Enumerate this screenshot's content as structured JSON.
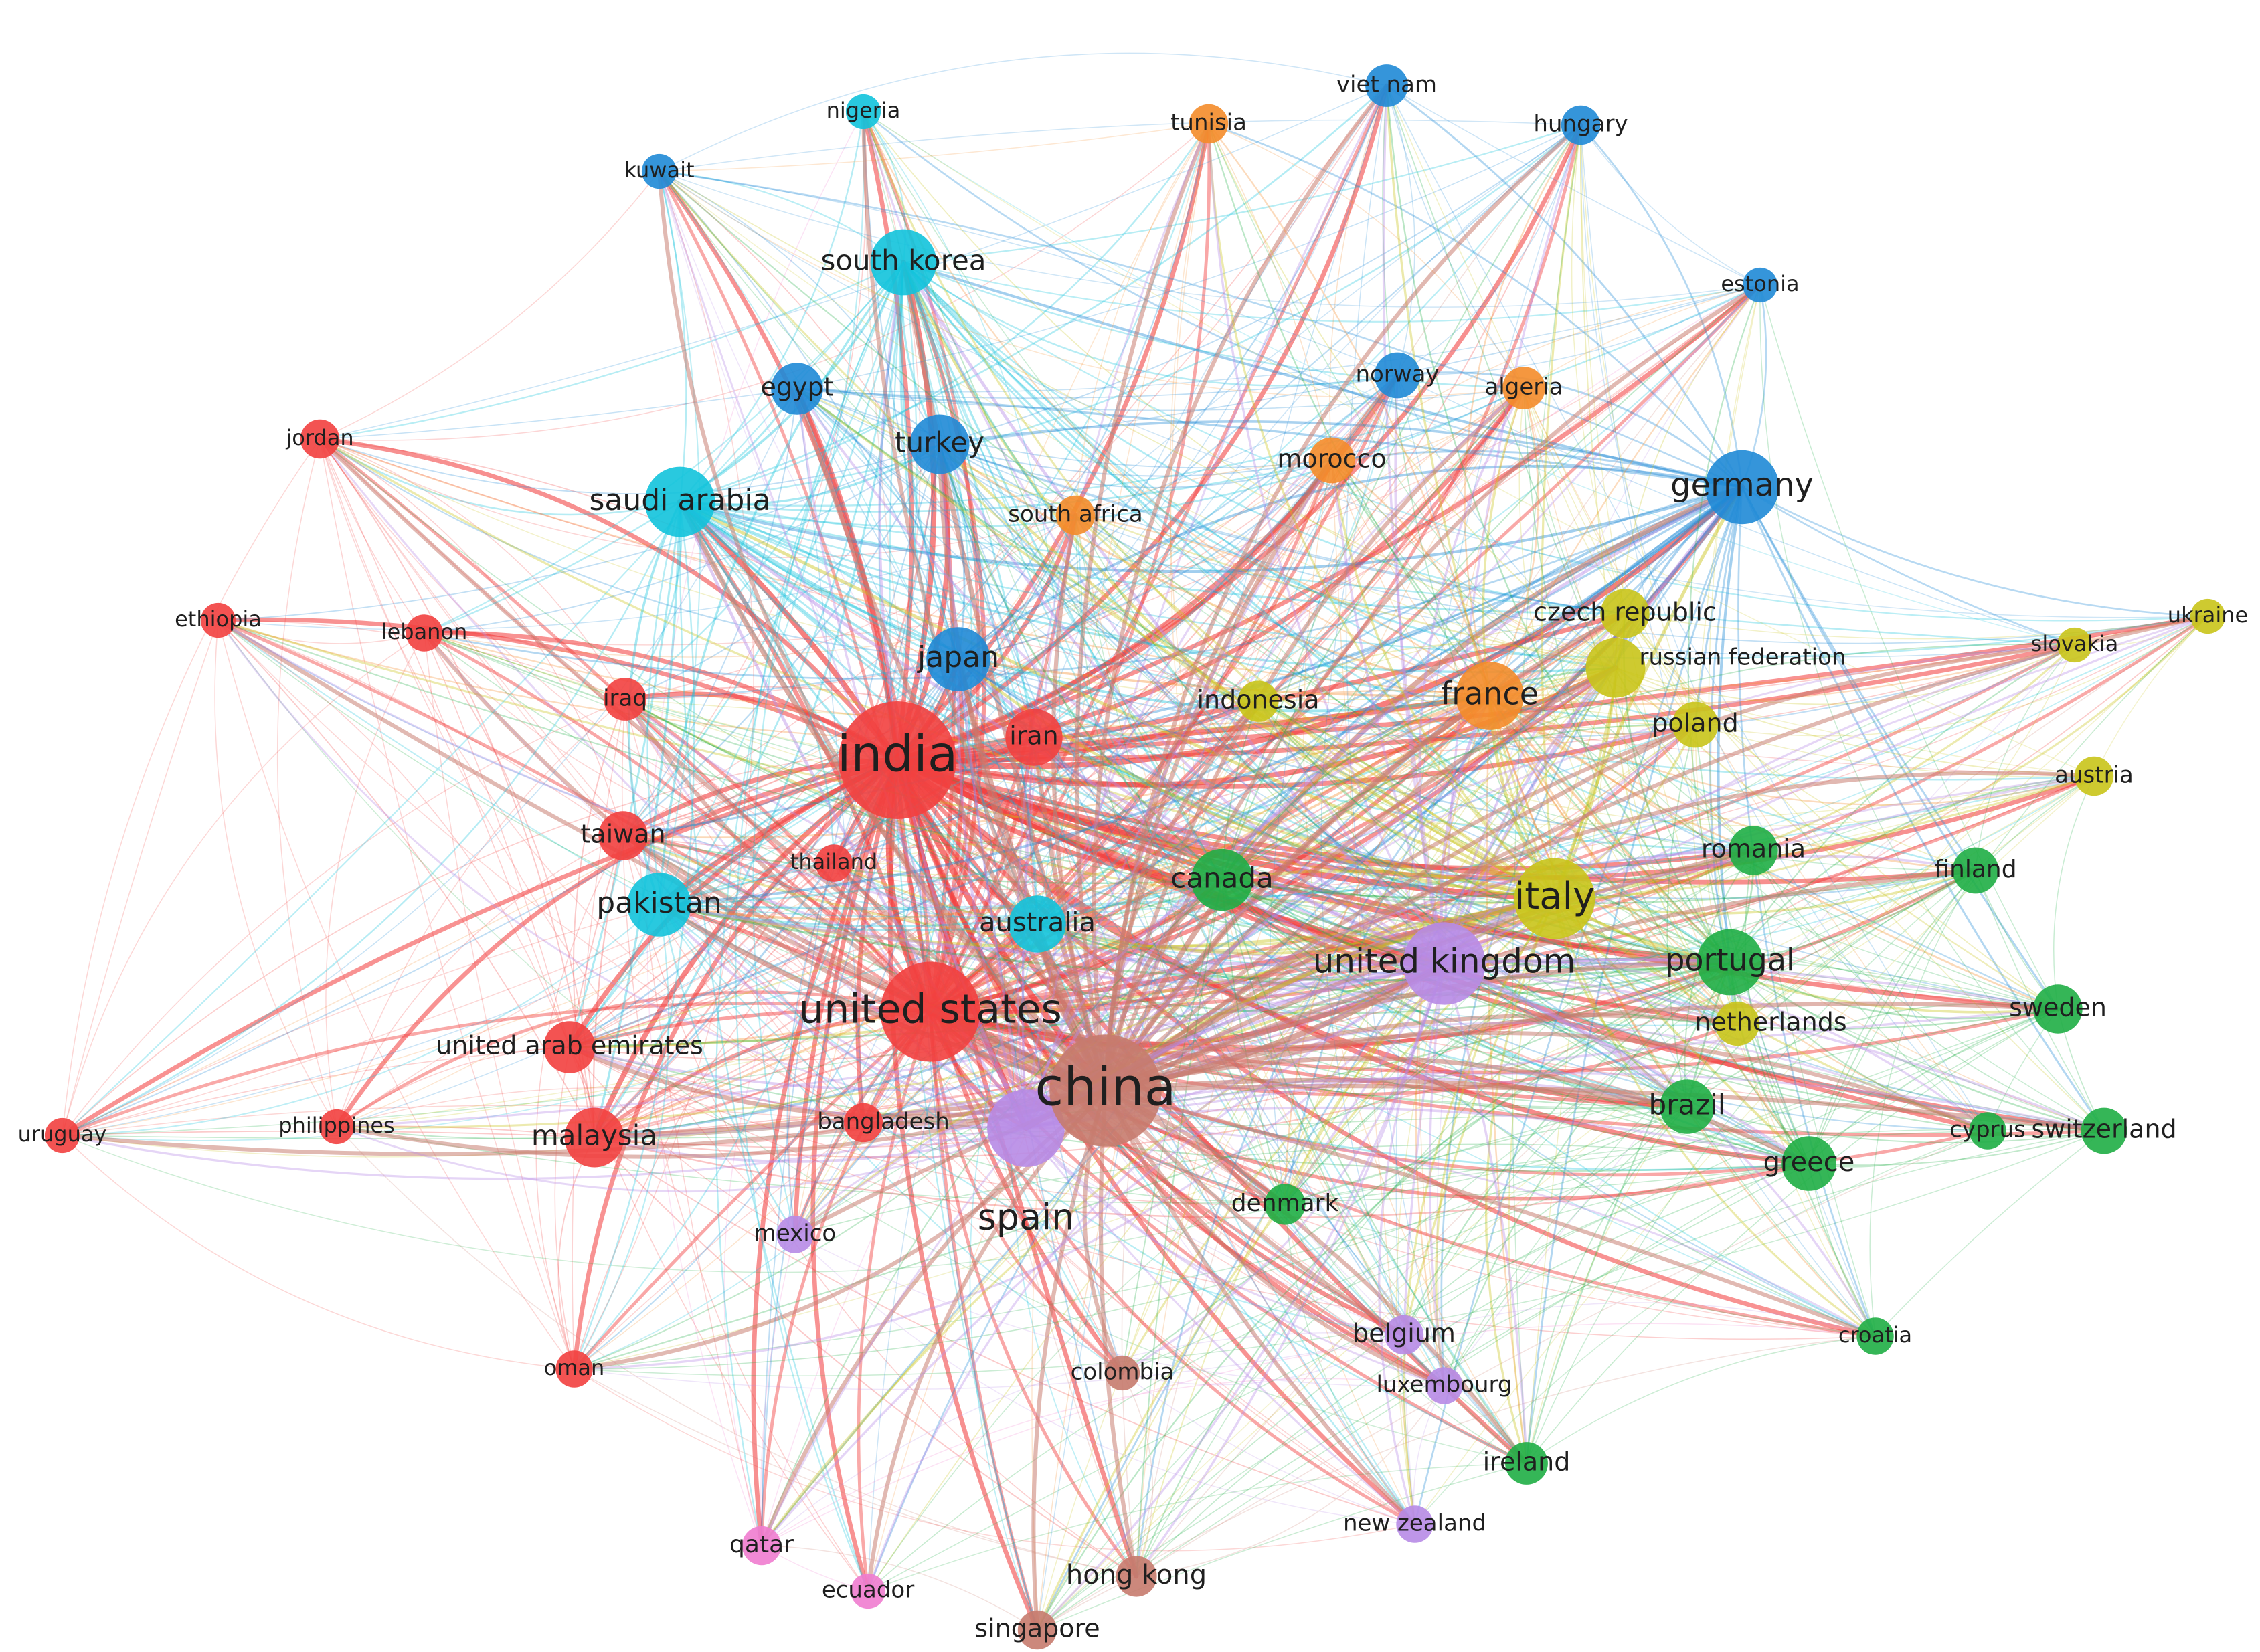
{
  "network": {
    "clusters": {
      "red": "#f2403f",
      "cyan": "#12c3dc",
      "blue": "#1f8ad6",
      "orange": "#f48c2a",
      "yellow": "#c9c41a",
      "green": "#1fae45",
      "purple": "#b78be6",
      "brown": "#c77b6e",
      "pink": "#f07ccf"
    },
    "nodes": [
      {
        "id": "india",
        "label": "india",
        "cluster": "red",
        "weight": 100
      },
      {
        "id": "united-states",
        "label": "united states",
        "cluster": "red",
        "weight": 70
      },
      {
        "id": "iran",
        "label": "iran",
        "cluster": "red",
        "weight": 20
      },
      {
        "id": "iraq",
        "label": "iraq",
        "cluster": "red",
        "weight": 10
      },
      {
        "id": "taiwan",
        "label": "taiwan",
        "cluster": "red",
        "weight": 14
      },
      {
        "id": "malaysia",
        "label": "malaysia",
        "cluster": "red",
        "weight": 22
      },
      {
        "id": "united-arab-emirates",
        "label": "united arab emirates",
        "cluster": "red",
        "weight": 16
      },
      {
        "id": "jordan",
        "label": "jordan",
        "cluster": "red",
        "weight": 8
      },
      {
        "id": "ethiopia",
        "label": "ethiopia",
        "cluster": "red",
        "weight": 6
      },
      {
        "id": "lebanon",
        "label": "lebanon",
        "cluster": "red",
        "weight": 7
      },
      {
        "id": "thailand",
        "label": "thailand",
        "cluster": "red",
        "weight": 7
      },
      {
        "id": "bangladesh",
        "label": "bangladesh",
        "cluster": "red",
        "weight": 8
      },
      {
        "id": "uruguay",
        "label": "uruguay",
        "cluster": "red",
        "weight": 6
      },
      {
        "id": "philippines",
        "label": "philippines",
        "cluster": "red",
        "weight": 6
      },
      {
        "id": "oman",
        "label": "oman",
        "cluster": "red",
        "weight": 7
      },
      {
        "id": "saudi-arabia",
        "label": "saudi arabia",
        "cluster": "cyan",
        "weight": 32
      },
      {
        "id": "south-korea",
        "label": "south korea",
        "cluster": "cyan",
        "weight": 28
      },
      {
        "id": "pakistan",
        "label": "pakistan",
        "cluster": "cyan",
        "weight": 26
      },
      {
        "id": "australia",
        "label": "australia",
        "cluster": "cyan",
        "weight": 20
      },
      {
        "id": "nigeria",
        "label": "nigeria",
        "cluster": "cyan",
        "weight": 6
      },
      {
        "id": "germany",
        "label": "germany",
        "cluster": "blue",
        "weight": 36
      },
      {
        "id": "japan",
        "label": "japan",
        "cluster": "blue",
        "weight": 26
      },
      {
        "id": "turkey",
        "label": "turkey",
        "cluster": "blue",
        "weight": 22
      },
      {
        "id": "egypt",
        "label": "egypt",
        "cluster": "blue",
        "weight": 16
      },
      {
        "id": "norway",
        "label": "norway",
        "cluster": "blue",
        "weight": 12
      },
      {
        "id": "viet-nam",
        "label": "viet nam",
        "cluster": "blue",
        "weight": 10
      },
      {
        "id": "hungary",
        "label": "hungary",
        "cluster": "blue",
        "weight": 8
      },
      {
        "id": "kuwait",
        "label": "kuwait",
        "cluster": "blue",
        "weight": 6
      },
      {
        "id": "estonia",
        "label": "estonia",
        "cluster": "blue",
        "weight": 6
      },
      {
        "id": "france",
        "label": "france",
        "cluster": "orange",
        "weight": 30
      },
      {
        "id": "morocco",
        "label": "morocco",
        "cluster": "orange",
        "weight": 12
      },
      {
        "id": "algeria",
        "label": "algeria",
        "cluster": "orange",
        "weight": 10
      },
      {
        "id": "tunisia",
        "label": "tunisia",
        "cluster": "orange",
        "weight": 8
      },
      {
        "id": "south-africa",
        "label": "south africa",
        "cluster": "orange",
        "weight": 8
      },
      {
        "id": "italy",
        "label": "italy",
        "cluster": "yellow",
        "weight": 44
      },
      {
        "id": "czech-republic",
        "label": "czech republic",
        "cluster": "yellow",
        "weight": 14
      },
      {
        "id": "russian-federation",
        "label": "russian federation",
        "cluster": "yellow",
        "weight": 22
      },
      {
        "id": "poland",
        "label": "poland",
        "cluster": "yellow",
        "weight": 12
      },
      {
        "id": "indonesia",
        "label": "indonesia",
        "cluster": "yellow",
        "weight": 9
      },
      {
        "id": "netherlands",
        "label": "netherlands",
        "cluster": "yellow",
        "weight": 11
      },
      {
        "id": "slovakia",
        "label": "slovakia",
        "cluster": "yellow",
        "weight": 6
      },
      {
        "id": "ukraine",
        "label": "ukraine",
        "cluster": "yellow",
        "weight": 6
      },
      {
        "id": "austria",
        "label": "austria",
        "cluster": "yellow",
        "weight": 8
      },
      {
        "id": "canada",
        "label": "canada",
        "cluster": "green",
        "weight": 24
      },
      {
        "id": "portugal",
        "label": "portugal",
        "cluster": "green",
        "weight": 28
      },
      {
        "id": "romania",
        "label": "romania",
        "cluster": "green",
        "weight": 14
      },
      {
        "id": "finland",
        "label": "finland",
        "cluster": "green",
        "weight": 12
      },
      {
        "id": "sweden",
        "label": "sweden",
        "cluster": "green",
        "weight": 14
      },
      {
        "id": "brazil",
        "label": "brazil",
        "cluster": "green",
        "weight": 18
      },
      {
        "id": "greece",
        "label": "greece",
        "cluster": "green",
        "weight": 18
      },
      {
        "id": "cyprus",
        "label": "cyprus",
        "cluster": "green",
        "weight": 7
      },
      {
        "id": "switzerland",
        "label": "switzerland",
        "cluster": "green",
        "weight": 12
      },
      {
        "id": "denmark",
        "label": "denmark",
        "cluster": "green",
        "weight": 9
      },
      {
        "id": "croatia",
        "label": "croatia",
        "cluster": "green",
        "weight": 7
      },
      {
        "id": "ireland",
        "label": "ireland",
        "cluster": "green",
        "weight": 10
      },
      {
        "id": "china",
        "label": "china",
        "cluster": "brown",
        "weight": 90
      },
      {
        "id": "hong-kong",
        "label": "hong kong",
        "cluster": "brown",
        "weight": 9
      },
      {
        "id": "singapore",
        "label": "singapore",
        "cluster": "brown",
        "weight": 8
      },
      {
        "id": "colombia",
        "label": "colombia",
        "cluster": "brown",
        "weight": 6
      },
      {
        "id": "united-kingdom",
        "label": "united kingdom",
        "cluster": "purple",
        "weight": 46
      },
      {
        "id": "spain",
        "label": "spain",
        "cluster": "purple",
        "weight": 40
      },
      {
        "id": "mexico",
        "label": "mexico",
        "cluster": "purple",
        "weight": 7
      },
      {
        "id": "belgium",
        "label": "belgium",
        "cluster": "purple",
        "weight": 8
      },
      {
        "id": "luxembourg",
        "label": "luxembourg",
        "cluster": "purple",
        "weight": 7
      },
      {
        "id": "new-zealand",
        "label": "new zealand",
        "cluster": "purple",
        "weight": 7
      },
      {
        "id": "qatar",
        "label": "qatar",
        "cluster": "pink",
        "weight": 8
      },
      {
        "id": "ecuador",
        "label": "ecuador",
        "cluster": "pink",
        "weight": 6
      }
    ]
  }
}
